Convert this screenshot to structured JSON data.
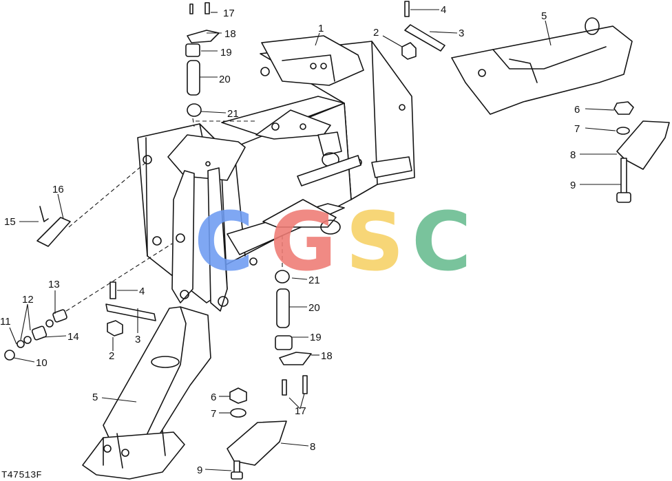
{
  "figure_id": "T47513F",
  "watermark": {
    "letters": [
      "C",
      "G",
      "S",
      "C"
    ],
    "colors": [
      "#6e9cf2",
      "#ef7b74",
      "#f6d165",
      "#67bb8f"
    ]
  },
  "callouts": {
    "c1": "1",
    "c2a": "2",
    "c2b": "2",
    "c3a": "3",
    "c3b": "3",
    "c4a": "4",
    "c4b": "4",
    "c5a": "5",
    "c5b": "5",
    "c6a": "6",
    "c6b": "6",
    "c7a": "7",
    "c7b": "7",
    "c8a": "8",
    "c8b": "8",
    "c9a": "9",
    "c9b": "9",
    "c10": "10",
    "c11": "11",
    "c12": "12",
    "c13": "13",
    "c14": "14",
    "c15": "15",
    "c16": "16",
    "c17a": "17",
    "c17b": "17",
    "c18a": "18",
    "c18b": "18",
    "c19a": "19",
    "c19b": "19",
    "c20a": "20",
    "c20b": "20",
    "c21a": "21",
    "c21b": "21"
  }
}
